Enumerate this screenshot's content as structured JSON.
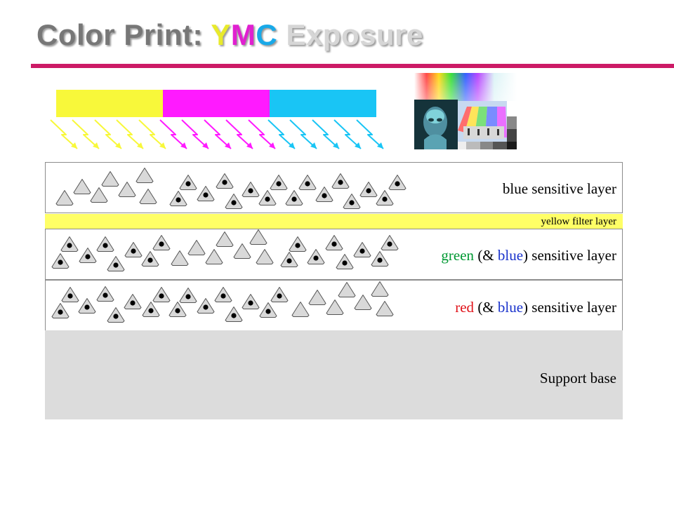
{
  "slide": {
    "title": {
      "part1": "Color Print",
      "part2": ": ",
      "y": "Y",
      "m": "M",
      "c": "C",
      "space": " ",
      "part3": "Exposure"
    },
    "colors": {
      "title_text": "#777777",
      "title_y": "#e8ea2b",
      "title_m": "#e020d0",
      "title_c": "#19a9e8",
      "accent_rule": "#cc1a66",
      "yellow_light": "#f8f83a",
      "magenta_light": "#ff1aff",
      "cyan_light": "#19c5f5",
      "filter": "#ffff66",
      "base": "#dcdcdc",
      "grain": "#d9d9d9",
      "green_word": "#009933",
      "blue_word": "#1a33cc",
      "red_word": "#e0131a"
    },
    "light_bars": [
      "yellow",
      "magenta",
      "cyan"
    ],
    "layers": {
      "blue": {
        "text": "blue sensitive layer"
      },
      "filter": {
        "text": "yellow filter layer"
      },
      "green": {
        "p1": "green",
        "p2": " (& ",
        "p3": "blue",
        "p4": ") sensitive layer"
      },
      "red": {
        "p1": "red",
        "p2": " (& ",
        "p3": "blue",
        "p4": ") sensitive layer"
      },
      "base": {
        "text": "Support base"
      }
    }
  }
}
